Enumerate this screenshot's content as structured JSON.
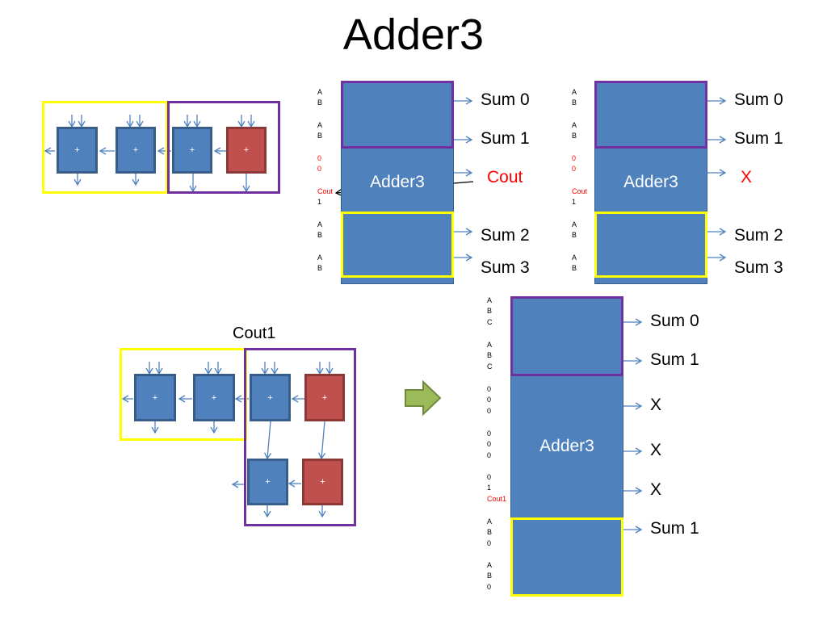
{
  "title": "Adder3",
  "cell_symbol": "+",
  "diagrams": {
    "top_left": {
      "cells": [
        "+",
        "+",
        "+",
        "+"
      ]
    },
    "bottom_left": {
      "label": "Cout1",
      "cells": [
        "+",
        "+",
        "+",
        "+",
        "+",
        "+"
      ]
    }
  },
  "top_middle": {
    "block_label": "Adder3",
    "outputs": [
      "Sum 0",
      "Sum 1",
      "Cout",
      "Sum 2",
      "Sum 3"
    ],
    "inputs": [
      "A",
      "B",
      "A",
      "B",
      "0",
      "0",
      "Cout",
      "1",
      "A",
      "B",
      "A",
      "B"
    ]
  },
  "top_right": {
    "block_label": "Adder3",
    "outputs": [
      "Sum 0",
      "Sum 1",
      "X",
      "Sum 2",
      "Sum 3"
    ],
    "inputs": [
      "A",
      "B",
      "A",
      "B",
      "0",
      "0",
      "Cout",
      "1",
      "A",
      "B",
      "A",
      "B"
    ]
  },
  "bottom_right": {
    "block_label": "Adder3",
    "outputs": [
      "Sum 0",
      "Sum 1",
      "X",
      "X",
      "X",
      "Sum 1"
    ],
    "inputs": [
      "A",
      "B",
      "C",
      "A",
      "B",
      "C",
      "0",
      "0",
      "0",
      "0",
      "0",
      "0",
      "0",
      "1",
      "Cout1",
      "A",
      "B",
      "0",
      "A",
      "B",
      "0"
    ]
  },
  "colors": {
    "cell_blue": "#4f81bd",
    "cell_red": "#c0504d",
    "yellow_outline": "#ffff00",
    "purple_outline": "#7030a0",
    "arrow_green": "#9bbb59",
    "highlight_red": "#ff0000"
  }
}
